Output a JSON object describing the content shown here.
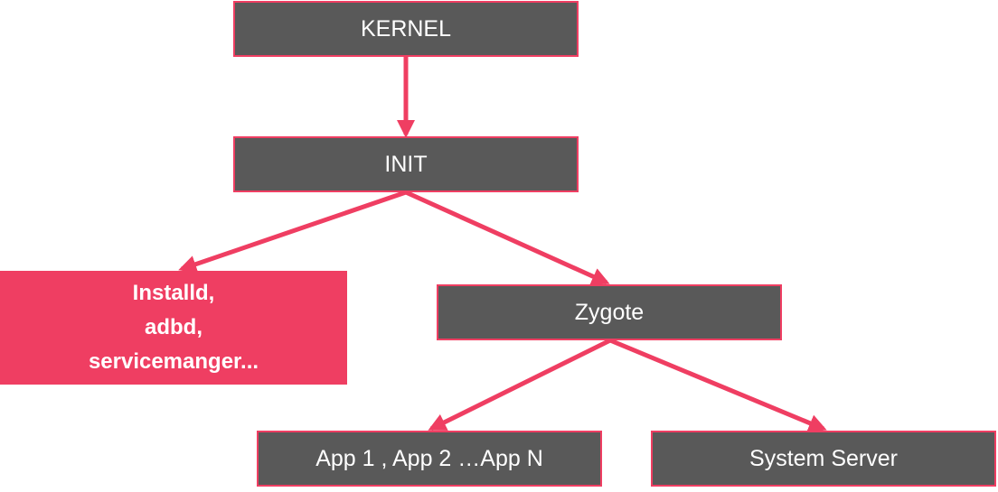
{
  "nodes": {
    "kernel": {
      "label": "KERNEL"
    },
    "init": {
      "label": "INIT"
    },
    "daemons": {
      "lines": [
        "Installd,",
        "adbd,",
        "servicemanger..."
      ]
    },
    "zygote": {
      "label": "Zygote"
    },
    "apps": {
      "label": "App 1 , App 2 …App N"
    },
    "system_server": {
      "label": "System Server"
    }
  },
  "edges": [
    {
      "from": "kernel",
      "to": "init"
    },
    {
      "from": "init",
      "to": "daemons"
    },
    {
      "from": "init",
      "to": "zygote"
    },
    {
      "from": "zygote",
      "to": "apps"
    },
    {
      "from": "zygote",
      "to": "system_server"
    }
  ],
  "colors": {
    "box_fill": "#595959",
    "accent": "#ef3e62",
    "text": "#ffffff"
  }
}
